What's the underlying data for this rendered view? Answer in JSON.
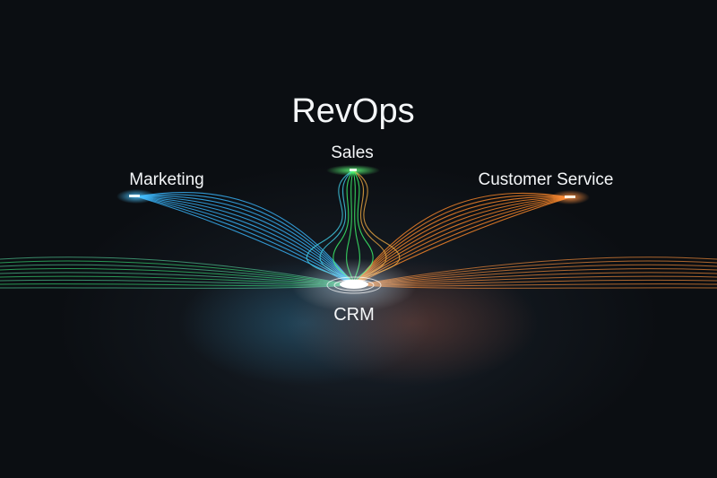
{
  "title": "RevOps",
  "nodes": {
    "sales": {
      "label": "Sales",
      "color": "#3cf06a"
    },
    "marketing": {
      "label": "Marketing",
      "color": "#3ab8ff"
    },
    "customer_service": {
      "label": "Customer Service",
      "color": "#ff8a2a"
    },
    "crm": {
      "label": "CRM",
      "color": "#ffffff"
    }
  }
}
